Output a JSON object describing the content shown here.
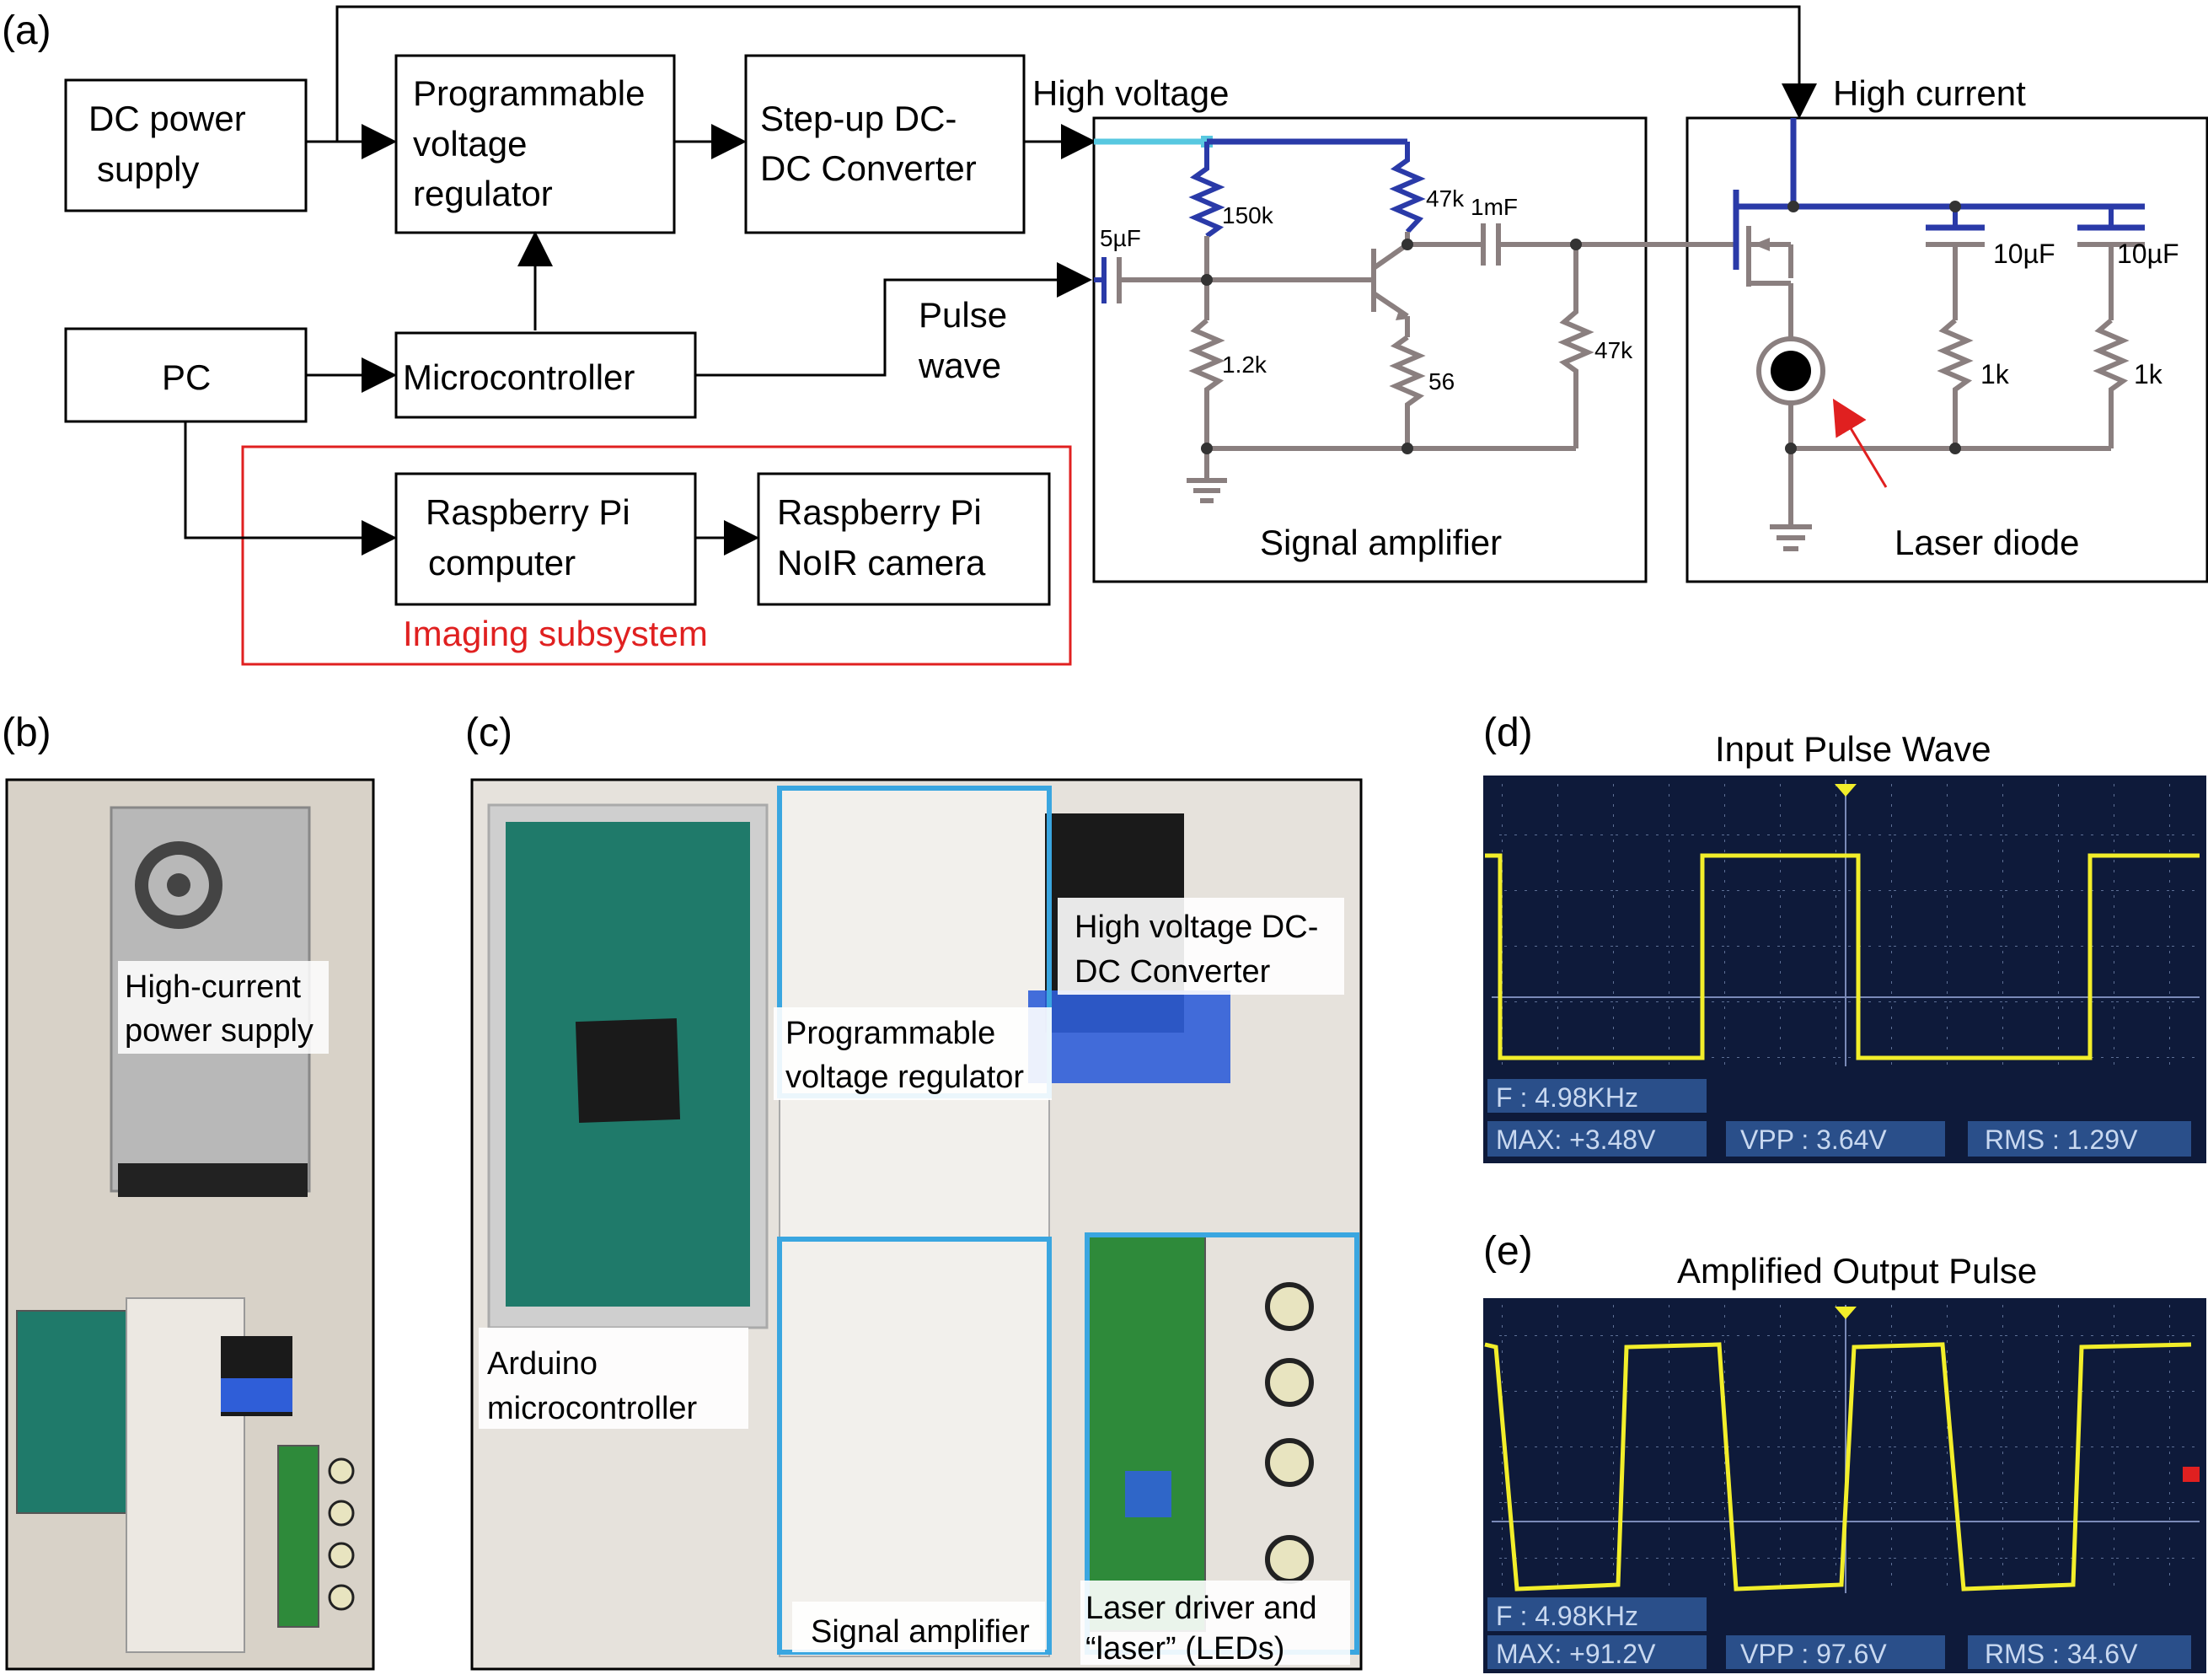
{
  "panels": {
    "a": "(a)",
    "b": "(b)",
    "c": "(c)",
    "d": "(d)",
    "e": "(e)"
  },
  "block_diagram": {
    "dc_power_supply": [
      "DC power",
      "supply"
    ],
    "voltage_regulator": [
      "Programmable",
      "voltage",
      "regulator"
    ],
    "step_up": [
      "Step-up DC-",
      "DC Converter"
    ],
    "pc": "PC",
    "microcontroller": "Microcontroller",
    "rpi_computer": [
      "Raspberry Pi",
      "computer"
    ],
    "rpi_camera": [
      "Raspberry Pi",
      "NoIR camera"
    ],
    "imaging_subsystem": "Imaging subsystem",
    "high_voltage": "High voltage",
    "high_current": "High current",
    "pulse_wave": [
      "Pulse",
      "wave"
    ]
  },
  "signal_amplifier": {
    "title": "Signal amplifier",
    "r1": "150k",
    "r2": "47k",
    "r3": "1.2k",
    "r4": "56",
    "r5": "47k",
    "c_in": "5µF",
    "c_out": "1mF"
  },
  "laser_driver": {
    "title": "Laser diode",
    "c1": "10µF",
    "c2": "10µF",
    "r1": "1k",
    "r2": "1k"
  },
  "photos": {
    "b_label": [
      "High-current",
      "power supply"
    ],
    "c_dcdc": [
      "High voltage DC-",
      "DC Converter"
    ],
    "c_regulator": [
      "Programmable",
      "voltage regulator"
    ],
    "c_arduino": [
      "Arduino",
      "microcontroller"
    ],
    "c_amplifier": "Signal amplifier",
    "c_laser": [
      "Laser driver and",
      "“laser” (LEDs)"
    ]
  },
  "scope_d": {
    "title": "Input Pulse Wave",
    "freq": "F : 4.98KHz",
    "max": "MAX: +3.48V",
    "vpp": "VPP : 3.64V",
    "rms": "RMS : 1.29V"
  },
  "scope_e": {
    "title": "Amplified Output Pulse",
    "freq": "F : 4.98KHz",
    "max": "MAX: +91.2V",
    "vpp": "VPP : 97.6V",
    "rms": "RMS : 34.6V"
  },
  "colors": {
    "block_red": "#e02020",
    "wire_blue": "#2a3aa8",
    "wire_cyan": "#58c8e0",
    "wire_gray": "#8a7f7f",
    "scope_bg": "#0e1a3a",
    "scope_trace": "#f2ee2a",
    "photo_box": "#3aa6e0"
  }
}
